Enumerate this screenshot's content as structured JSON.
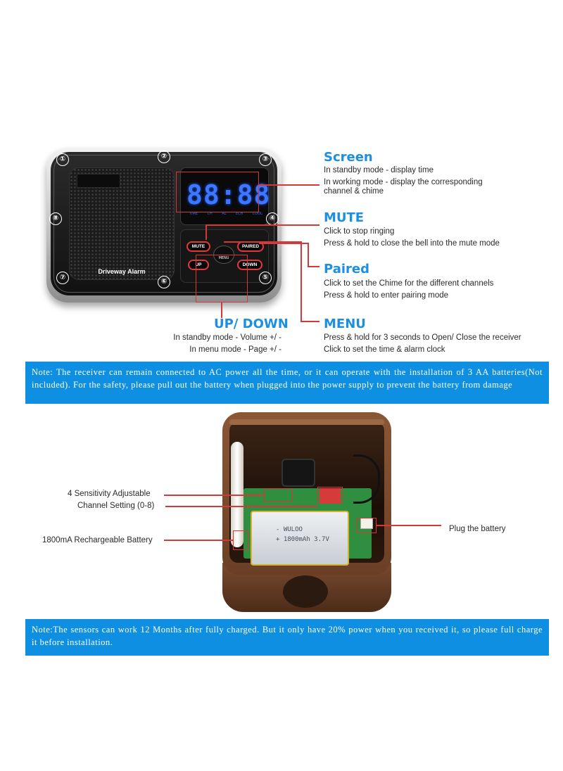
{
  "receiver": {
    "brand_label": "Driveway Alarm",
    "display_digits": "88:88",
    "lcd_labels": [
      "TIME",
      "CH",
      "AL",
      "ECH",
      "COOL"
    ],
    "buttons": {
      "mute": "MUTE",
      "paired": "PAIRED",
      "menu": "MENU",
      "up": "UP",
      "down": "DOWN"
    },
    "numbers": [
      "①",
      "②",
      "③",
      "④",
      "⑤",
      "⑥",
      "⑦",
      "⑧"
    ]
  },
  "callouts": {
    "screen": {
      "title": "Screen",
      "lines": [
        "In standby mode - display time",
        "In working mode - display the corresponding",
        "channel & chime"
      ]
    },
    "mute": {
      "title": "MUTE",
      "lines": [
        "Click to stop ringing",
        "Press & hold to close the bell into the mute mode"
      ]
    },
    "paired": {
      "title": "Paired",
      "lines": [
        "Click to set the Chime for the different channels",
        "Press & hold to enter pairing mode"
      ]
    },
    "menu": {
      "title": "MENU",
      "lines": [
        "Press & hold for 3 seconds to Open/ Close the receiver",
        "Click to set the time & alarm clock"
      ]
    },
    "updown": {
      "title": "UP/ DOWN",
      "lines": [
        "In standby mode - Volume +/ -",
        "In menu mode - Page +/ -"
      ]
    }
  },
  "notes": {
    "receiver": "Note: The receiver can remain connected to AC power all the time, or it can operate with the installation of 3 AA batteries(Not included). For the safety, please pull out the battery when plugged into the power supply to prevent the battery from damage",
    "sensor": "Note:The sensors can work 12 Months after fully charged. But it only have 20% power when you received it, so please full charge it before installation."
  },
  "sensor": {
    "battery_print": "- WULOO\n+ 1800mAh 3.7V",
    "labels": {
      "sensitivity": "4 Sensitivity Adjustable",
      "channel": "Channel Setting (0-8)",
      "battery": "1800mA Rechargeable Battery",
      "plug": "Plug the battery"
    }
  }
}
